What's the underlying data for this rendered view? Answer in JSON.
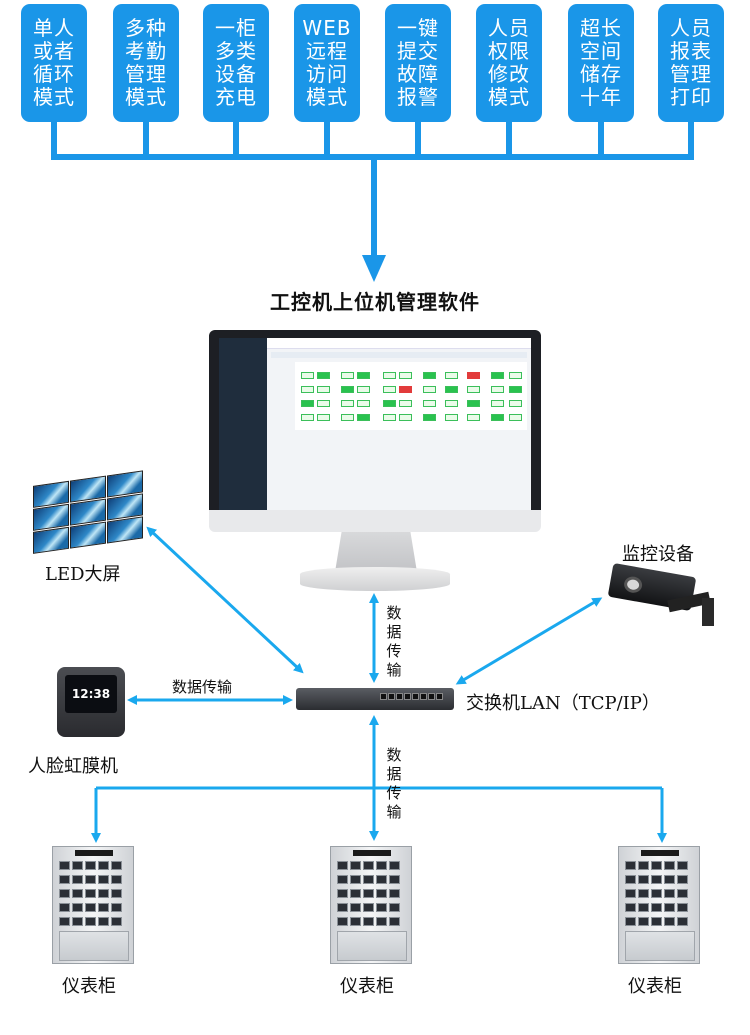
{
  "features": [
    {
      "label": "单人\n或者\n循环\n模式"
    },
    {
      "label": "多种\n考勤\n管理\n模式"
    },
    {
      "label": "一柜\n多类\n设备\n充电"
    },
    {
      "label": "WEB\n远程\n访问\n模式"
    },
    {
      "label": "一键\n提交\n故障\n报警"
    },
    {
      "label": "人员\n权限\n修改\n模式"
    },
    {
      "label": "超长\n空间\n储存\n十年"
    },
    {
      "label": "人员\n报表\n管理\n打印"
    }
  ],
  "software_title": "工控机上位机管理软件",
  "led_label": "LED大屏",
  "camera_label": "监控设备",
  "face_label": "人脸虹膜机",
  "face_time": "12:38",
  "switch_label": "交换机LAN（TCP/IP）",
  "link_label_horizontal": "数据传输",
  "link_label_vertical_upper": "数据传输",
  "link_label_vertical_lower": "数据传输",
  "cabinets": [
    {
      "label": "仪表柜"
    },
    {
      "label": "仪表柜"
    },
    {
      "label": "仪表柜"
    }
  ],
  "colors": {
    "accent": "#1a96e8",
    "arrow": "#1aa8ee"
  }
}
